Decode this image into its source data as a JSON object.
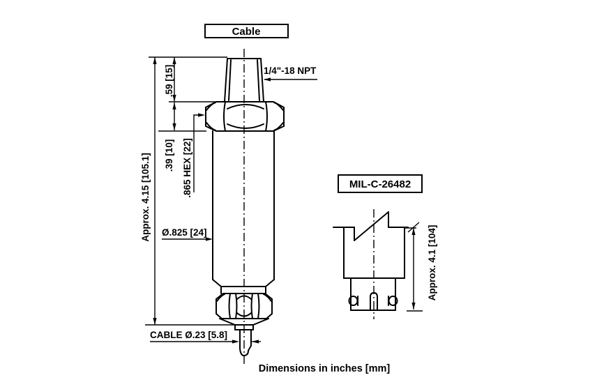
{
  "colors": {
    "background": "#ffffff",
    "line": "#000000",
    "text": "#000000"
  },
  "caption": "Dimensions in inches [mm]",
  "main_view": {
    "cable_label": "Cable",
    "thread_label": "1/4\"-18 NPT",
    "overall_height": "Approx. 4.15 [105.1]",
    "thread_length": ".59 [15]",
    "hex_height": ".39 [10]",
    "hex_width": ".865 HEX [22]",
    "body_diameter": "Ø.825 [24]",
    "cable_diameter": "CABLE Ø.23 [5.8]"
  },
  "connector_view": {
    "spec_label": "MIL-C-26482",
    "overall_height": "Approx. 4.1 [104]"
  }
}
